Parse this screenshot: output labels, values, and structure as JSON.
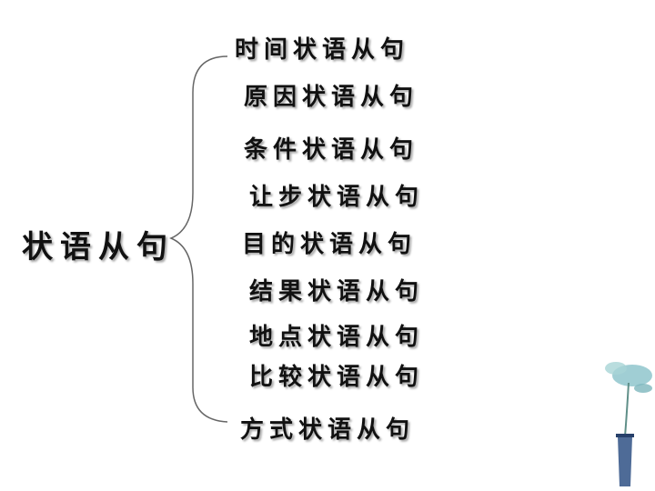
{
  "root": {
    "label": "状语从句"
  },
  "branches": [
    {
      "label": "时间状语从句"
    },
    {
      "label": "原因状语从句"
    },
    {
      "label": "条件状语从句"
    },
    {
      "label": "让步状语从句"
    },
    {
      "label": "目的状语从句"
    },
    {
      "label": "结果状语从句"
    },
    {
      "label": "地点状语从句"
    },
    {
      "label": "比较状语从句"
    },
    {
      "label": "方式状语从句"
    }
  ],
  "colors": {
    "text": "#111111",
    "brace": "#666666",
    "vase": "#3b5b8c",
    "leaf": "#8fc6cc"
  },
  "icons": {
    "decoration": "vase-plant-icon"
  }
}
